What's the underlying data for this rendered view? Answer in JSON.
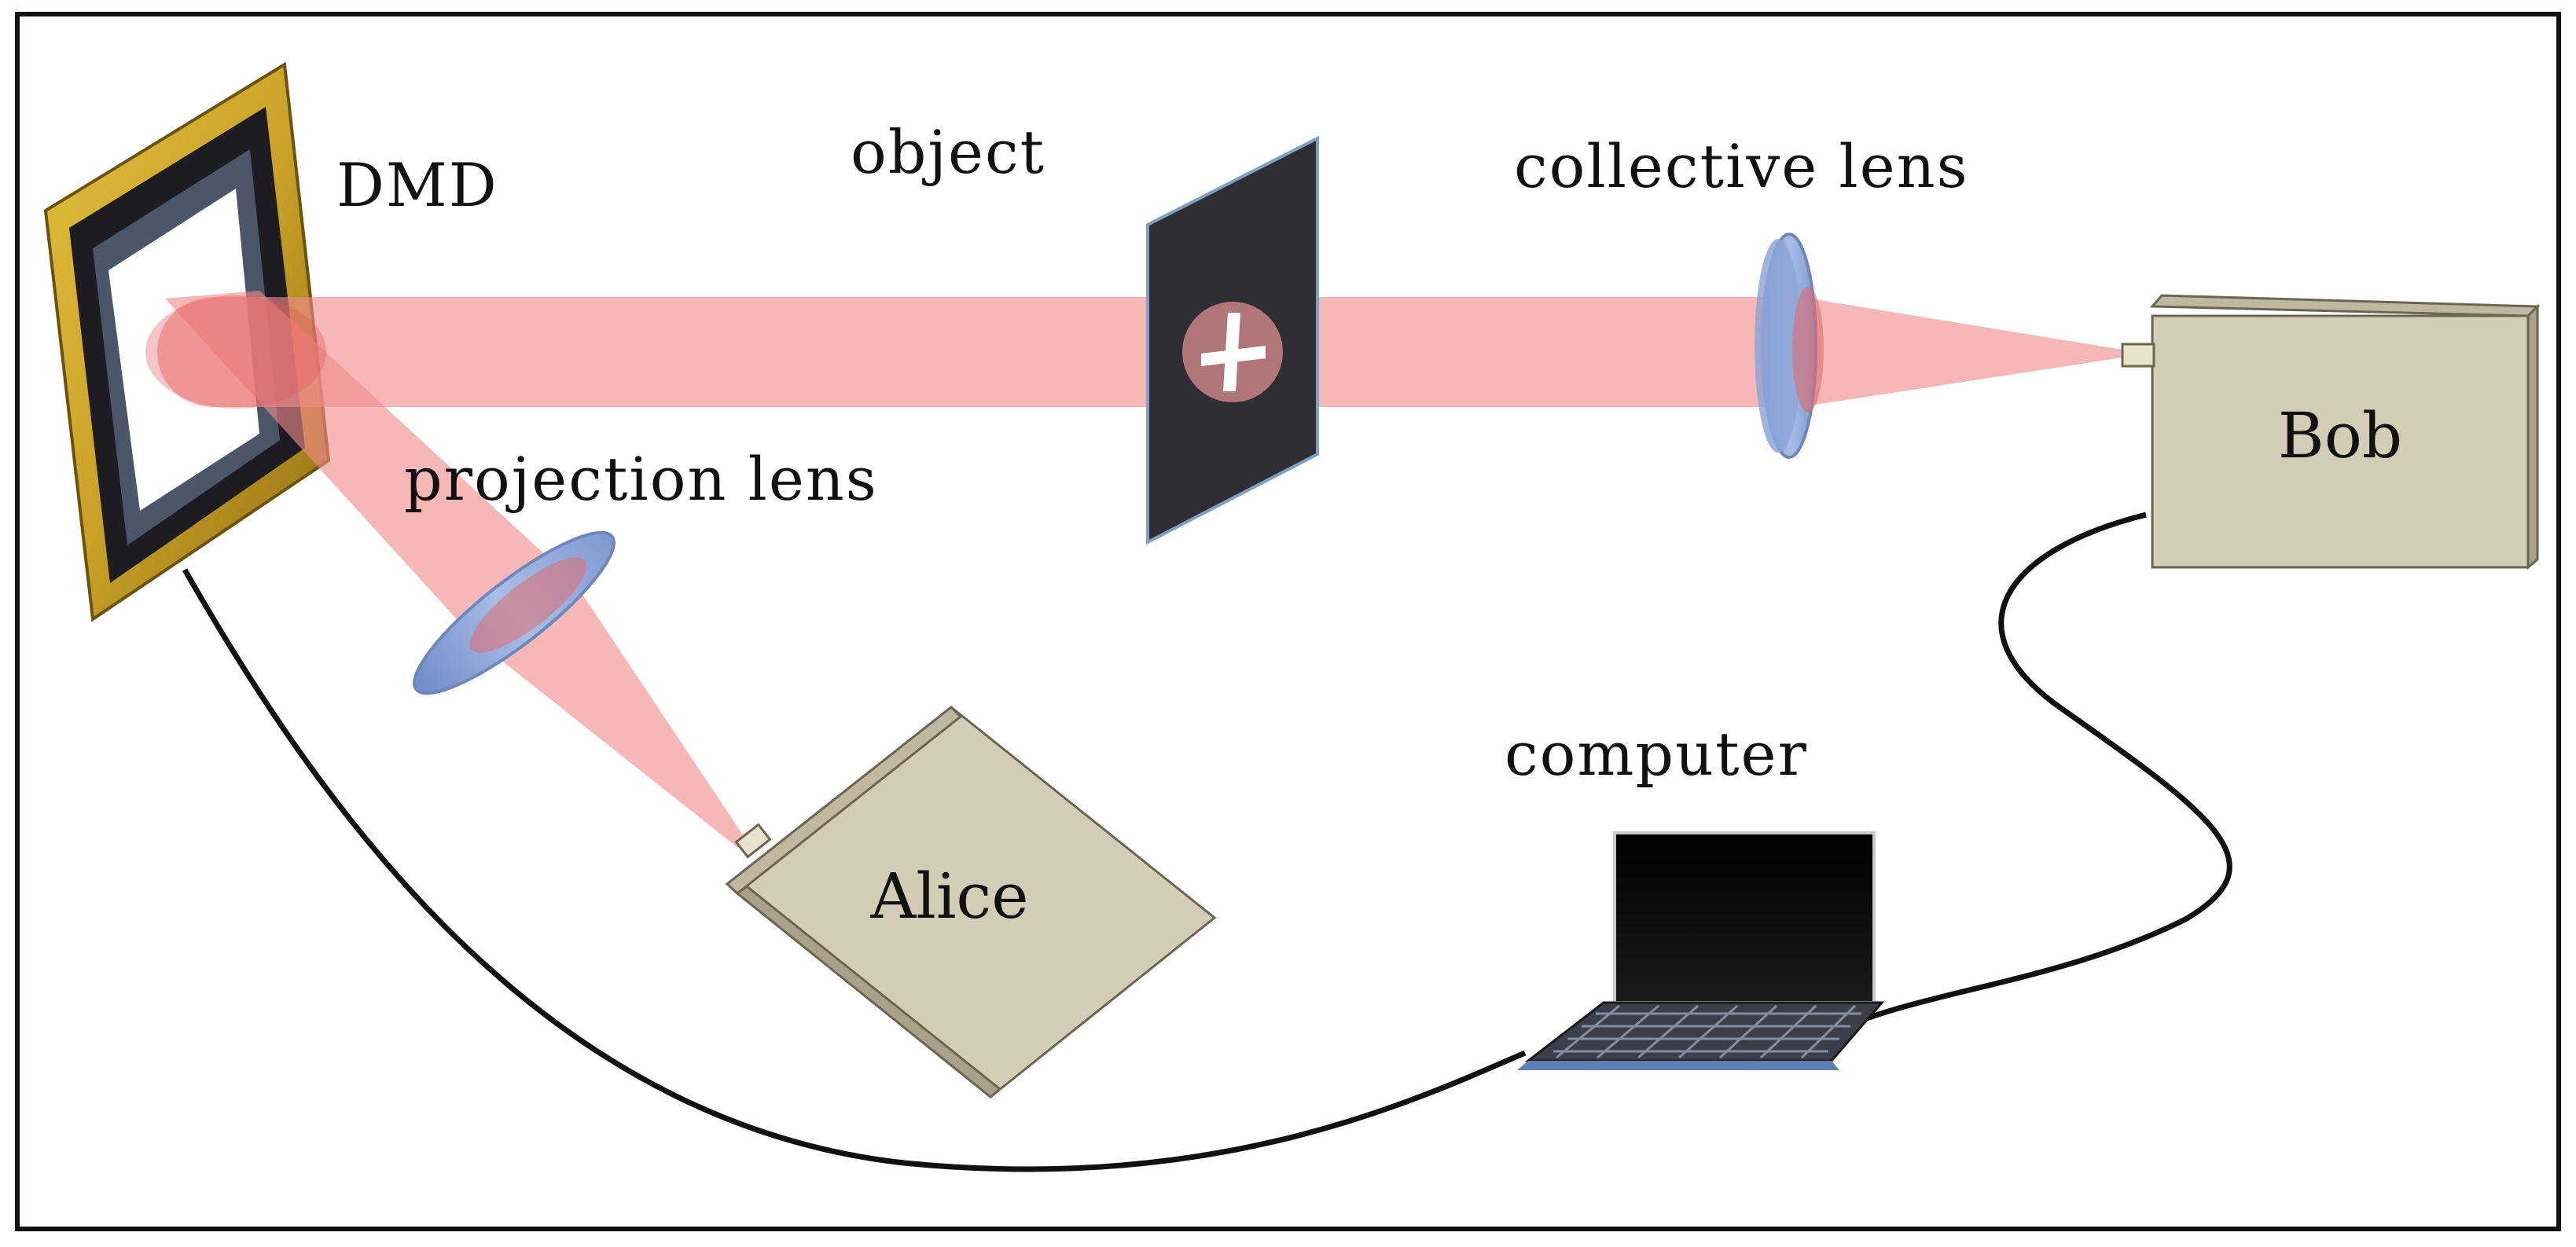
{
  "labels": {
    "dmd": "DMD",
    "object": "object",
    "collective_lens": "collective lens",
    "projection_lens": "projection lens",
    "computer": "computer",
    "bob": "Bob",
    "alice": "Alice"
  },
  "colors": {
    "beam": "#f08a8a",
    "lens": "#8ea6d8",
    "frame_gold": "#c9a227",
    "detector_box": "#d3ccb6",
    "object_plate": "#2f2f33",
    "cable": "#111111"
  },
  "icons": {
    "dmd": "dmd-mirror-icon",
    "object": "cross-mask-icon",
    "computer": "laptop-icon"
  }
}
